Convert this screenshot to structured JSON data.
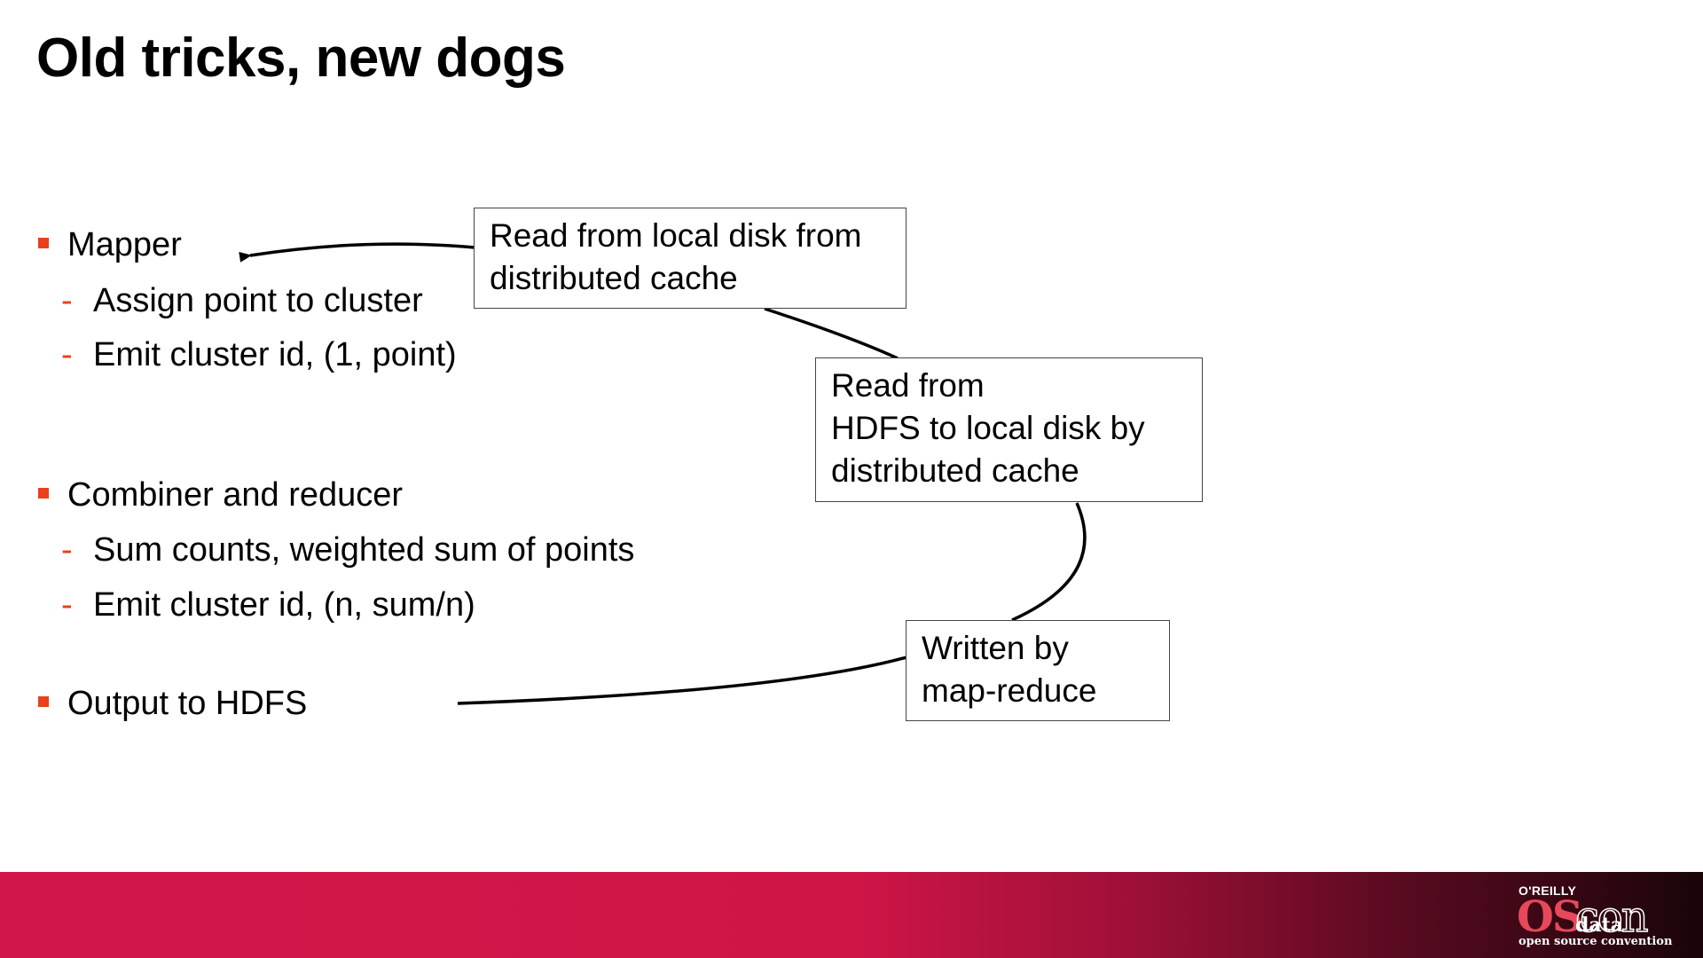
{
  "slide": {
    "title": "Old tricks, new dogs"
  },
  "bullets": [
    {
      "label": "Mapper",
      "sub": [
        "Assign point to cluster",
        "Emit cluster id, (1, point)"
      ]
    },
    {
      "label": "Combiner and reducer",
      "sub": [
        "Sum counts, weighted sum of points",
        "Emit cluster id, (n, sum/n)"
      ]
    },
    {
      "label": "Output to HDFS",
      "sub": []
    }
  ],
  "callouts": {
    "local_disk": [
      "Read from local disk from",
      "distributed cache"
    ],
    "hdfs_local": [
      "Read from",
      "HDFS to local disk by",
      "distributed cache"
    ],
    "written": [
      "Written by",
      "map-reduce"
    ]
  },
  "footer": {
    "publisher": "O'REILLY",
    "logo_os": "OS",
    "logo_con": "con",
    "logo_sub": "data",
    "tagline": "open source convention"
  },
  "colors": {
    "bullet_accent": "#e8411b",
    "footer_red": "#d3164a",
    "footer_dark": "#1a0508"
  }
}
